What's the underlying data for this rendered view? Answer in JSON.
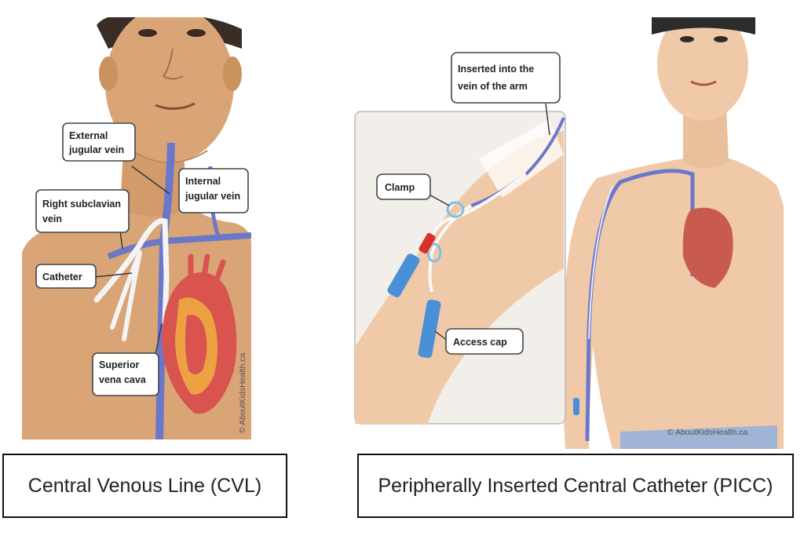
{
  "cvl": {
    "caption": "Central Venous Line (CVL)",
    "credit": "© AboutKidsHealth.ca",
    "labels": {
      "external_jugular_1": "External",
      "external_jugular_2": "jugular vein",
      "internal_jugular_1": "Internal",
      "internal_jugular_2": "jugular vein",
      "subclavian_1": "Right subclavian",
      "subclavian_2": "vein",
      "catheter": "Catheter",
      "svc_1": "Superior",
      "svc_2": "vena cava"
    }
  },
  "picc": {
    "caption": "Peripherally Inserted Central Catheter (PICC)",
    "credit": "© AboutKidsHealth.ca",
    "labels": {
      "inserted_1": "Inserted into the",
      "inserted_2": "vein of the arm",
      "clamp": "Clamp",
      "access_cap": "Access cap"
    }
  },
  "colors": {
    "skin": "#d9a577",
    "skin_shadow": "#c08a5c",
    "vein": "#6b78c9",
    "heart": "#d9534f",
    "cap_blue": "#4a90d9",
    "cap_red": "#d9302c"
  }
}
